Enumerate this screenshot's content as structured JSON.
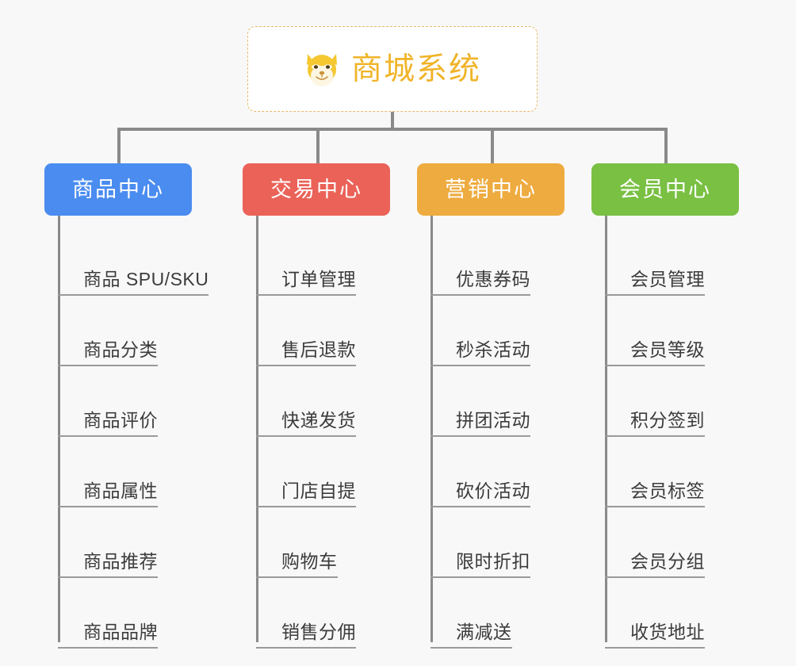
{
  "page": {
    "background_color": "#f8f8f8",
    "line_color": "#8a8a8a"
  },
  "root": {
    "title": "商城系统",
    "icon": "shiba-dog-face-icon",
    "text_color": "#f0b429",
    "border_color": "#e8b96a",
    "background_color": "#ffffff"
  },
  "columns": [
    {
      "title": "商品中心",
      "color": "#4a8cf0",
      "items": [
        "商品 SPU/SKU",
        "商品分类",
        "商品评价",
        "商品属性",
        "商品推荐",
        "商品品牌"
      ]
    },
    {
      "title": "交易中心",
      "color": "#ea6258",
      "items": [
        "订单管理",
        "售后退款",
        "快递发货",
        "门店自提",
        "购物车",
        "销售分佣"
      ]
    },
    {
      "title": "营销中心",
      "color": "#eeab3f",
      "items": [
        "优惠券码",
        "秒杀活动",
        "拼团活动",
        "砍价活动",
        "限时折扣",
        "满减送"
      ]
    },
    {
      "title": "会员中心",
      "color": "#79c043",
      "items": [
        "会员管理",
        "会员等级",
        "积分签到",
        "会员标签",
        "会员分组",
        "收货地址"
      ]
    }
  ]
}
